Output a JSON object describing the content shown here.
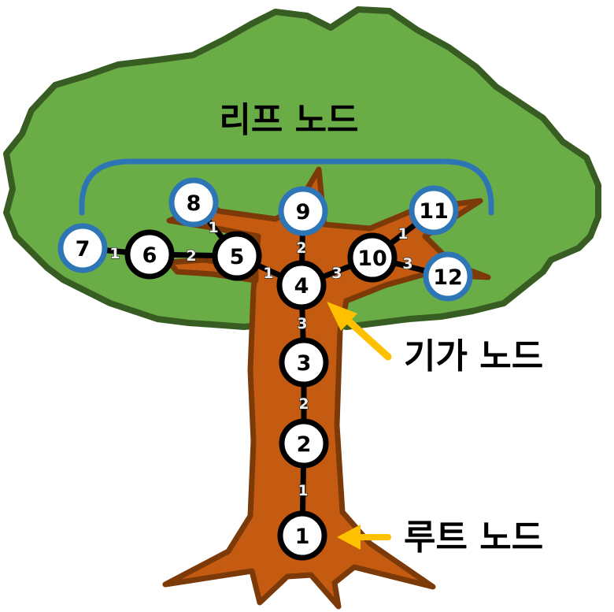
{
  "labels": {
    "leaf": "리프 노드",
    "internal": "기가 노드",
    "root": "루트 노드"
  },
  "colors": {
    "foliage": "#6aad47",
    "foliage_outline": "#385d22",
    "trunk": "#c55a11",
    "trunk_outline": "#7b3a08",
    "leaf_ring": "#2e75b6",
    "arrow": "#ffc000"
  },
  "nodes": [
    {
      "id": "1",
      "leaf": false
    },
    {
      "id": "2",
      "leaf": false
    },
    {
      "id": "3",
      "leaf": false
    },
    {
      "id": "4",
      "leaf": false
    },
    {
      "id": "5",
      "leaf": false
    },
    {
      "id": "6",
      "leaf": false
    },
    {
      "id": "7",
      "leaf": true
    },
    {
      "id": "8",
      "leaf": true
    },
    {
      "id": "9",
      "leaf": true
    },
    {
      "id": "10",
      "leaf": false
    },
    {
      "id": "11",
      "leaf": true
    },
    {
      "id": "12",
      "leaf": true
    }
  ],
  "edges": [
    {
      "from": "1",
      "to": "2",
      "weight": "1"
    },
    {
      "from": "2",
      "to": "3",
      "weight": "2"
    },
    {
      "from": "3",
      "to": "4",
      "weight": "3"
    },
    {
      "from": "4",
      "to": "9",
      "weight": "2"
    },
    {
      "from": "4",
      "to": "5",
      "weight": "1"
    },
    {
      "from": "4",
      "to": "10",
      "weight": "3"
    },
    {
      "from": "5",
      "to": "8",
      "weight": "1"
    },
    {
      "from": "5",
      "to": "6",
      "weight": "2"
    },
    {
      "from": "6",
      "to": "7",
      "weight": "1"
    },
    {
      "from": "10",
      "to": "11",
      "weight": "1"
    },
    {
      "from": "10",
      "to": "12",
      "weight": "3"
    }
  ]
}
